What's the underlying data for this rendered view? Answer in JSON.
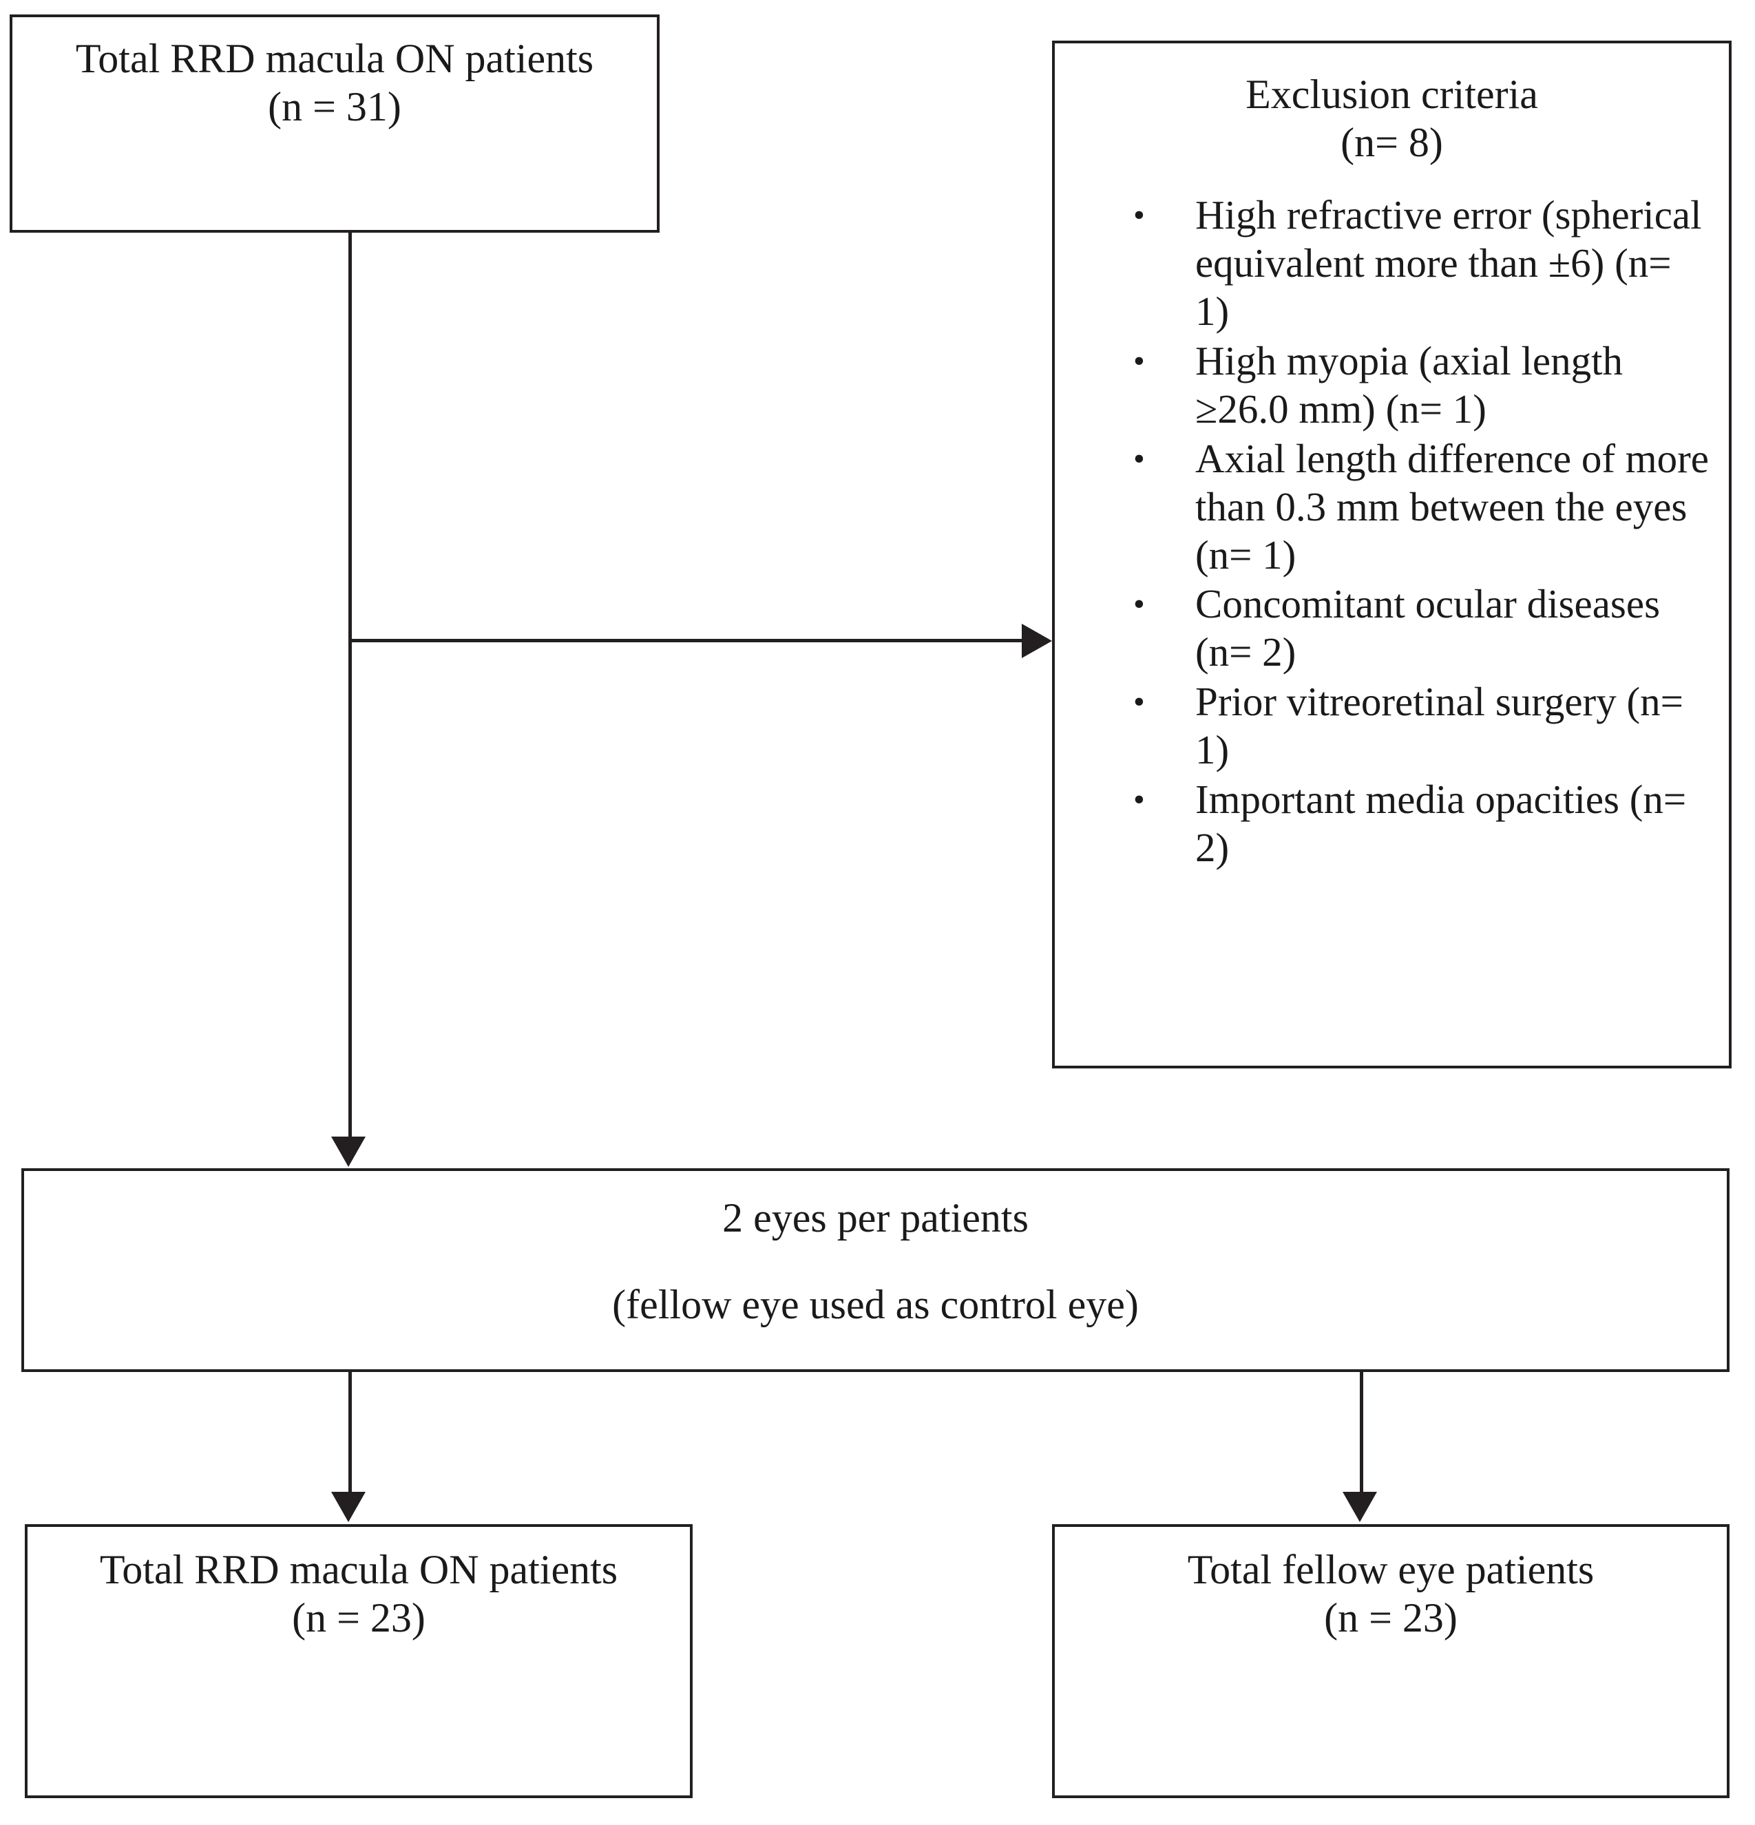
{
  "diagram": {
    "type": "study-flow-diagram",
    "nodes": {
      "total_on": {
        "line1": "Total RRD macula ON patients",
        "line2": "(n = 31)"
      },
      "exclusion": {
        "title": "Exclusion criteria",
        "count": "(n= 8)",
        "bullet_glyph": "•",
        "items": [
          "High refractive error (spherical equivalent more than ±6)  (n= 1)",
          "High myopia (axial length ≥26.0 mm) (n= 1)",
          "Axial length difference of more than 0.3 mm between the eyes (n= 1)",
          "Concomitant ocular diseases (n= 2)",
          "Prior vitreoretinal surgery (n= 1)",
          "Important media opacities (n= 2)"
        ]
      },
      "two_eyes": {
        "line1": "2 eyes per patients",
        "line2": "(fellow eye used as control eye)"
      },
      "final_on": {
        "line1": "Total RRD macula ON patients",
        "line2": "(n = 23)"
      },
      "final_fellow": {
        "line1": "Total fellow eye patients",
        "line2": "(n = 23)"
      }
    },
    "colors": {
      "stroke": "#231f20",
      "background": "#ffffff",
      "text": "#1a1a1a"
    }
  }
}
